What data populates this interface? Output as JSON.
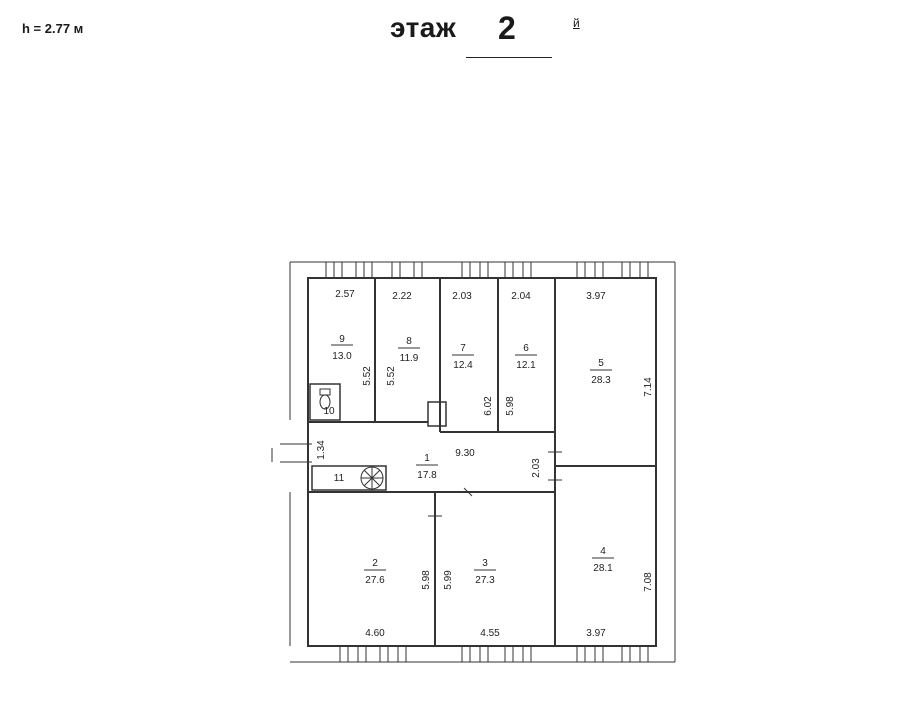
{
  "header": {
    "height": "h = 2.77 м",
    "floor_word": "этаж",
    "floor_number": "2",
    "floor_suffix": "й"
  },
  "rooms": [
    {
      "id": "1",
      "area": "17.8"
    },
    {
      "id": "2",
      "area": "27.6"
    },
    {
      "id": "3",
      "area": "27.3"
    },
    {
      "id": "4",
      "area": "28.1"
    },
    {
      "id": "5",
      "area": "28.3"
    },
    {
      "id": "6",
      "area": "12.1"
    },
    {
      "id": "7",
      "area": "12.4"
    },
    {
      "id": "8",
      "area": "11.9"
    },
    {
      "id": "9",
      "area": "13.0"
    },
    {
      "id": "10"
    },
    {
      "id": "11"
    }
  ],
  "dimensions": {
    "top_widths": [
      "2.57",
      "2.22",
      "2.03",
      "2.04",
      "3.97"
    ],
    "room9_depth": "5.52",
    "room8_depth": "5.52",
    "room7_depth": "6.02",
    "room6_depth": "5.98",
    "room5_depth": "7.14",
    "corridor_length": "9.30",
    "corridor_width": "2.03",
    "entry_width": "1.34",
    "room2_depth": "5.98",
    "room3_depth": "5.99",
    "room4_depth": "7.08",
    "bottom_widths": [
      "4.60",
      "4.55",
      "3.97"
    ]
  }
}
